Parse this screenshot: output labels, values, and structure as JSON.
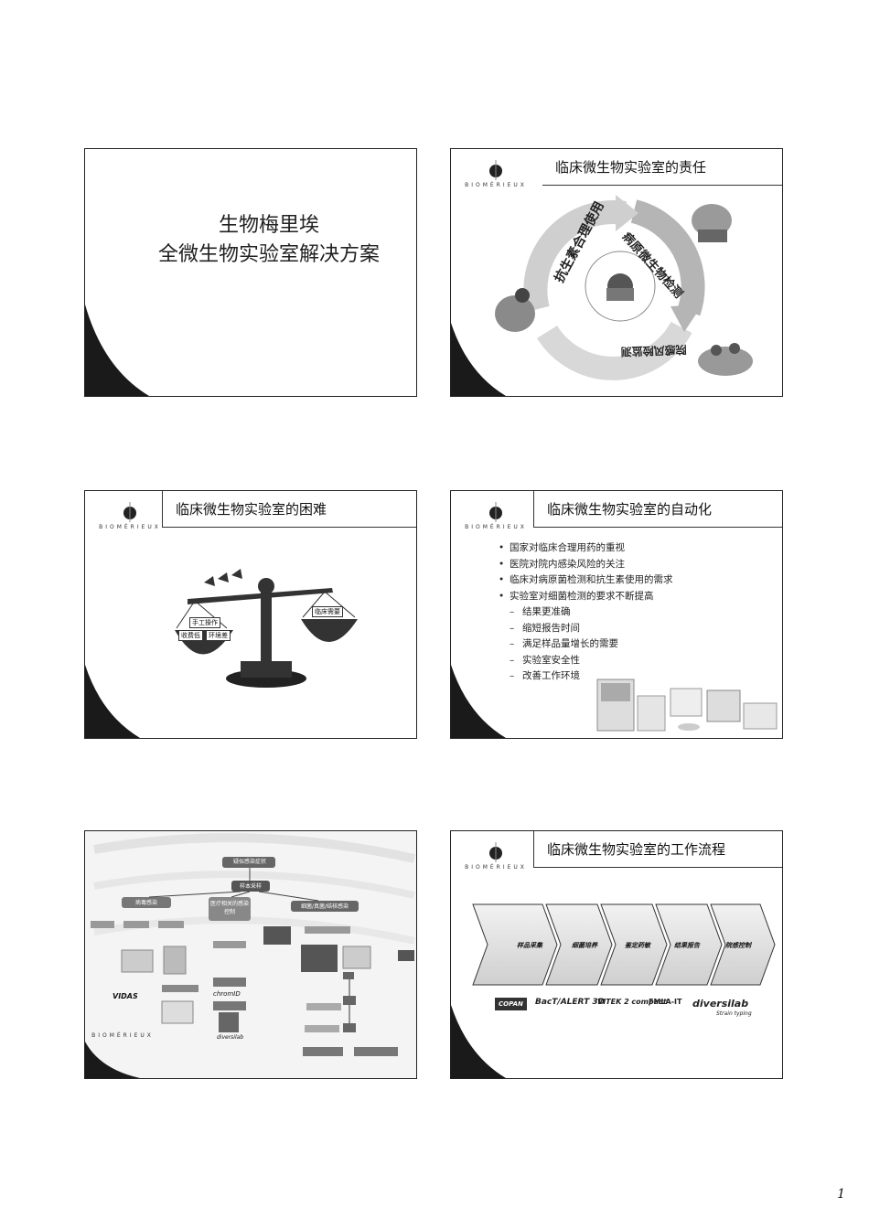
{
  "slides": {
    "s1": {
      "title_line1": "生物梅里埃",
      "title_line2": "全微生物实验室解决方案"
    },
    "s2": {
      "logo_text": "BIOMÉRIEUX",
      "header": "临床微生物实验室的责任",
      "ring_labels": [
        "抗生素合理使用",
        "病原微生物检测",
        "院感风险监测"
      ]
    },
    "s3": {
      "logo_text": "BIOMÉRIEUX",
      "header": "临床微生物实验室的困难",
      "left_tags": [
        "手工操作",
        "收费低",
        "环境差"
      ],
      "right_tag": "临床需要"
    },
    "s4": {
      "logo_text": "BIOMÉRIEUX",
      "header": "临床微生物实验室的自动化",
      "bullets": [
        "国家对临床合理用药的重视",
        "医院对院内感染风险的关注",
        "临床对病原菌检测和抗生素使用的需求",
        "实验室对细菌检测的要求不断提高"
      ],
      "sub_bullets": [
        "结果更准确",
        "缩短报告时间",
        "满足样品量增长的需要",
        "实验室安全性",
        "改善工作环境"
      ]
    },
    "s5": {
      "logo_text": "BIOMÉRIEUX",
      "nodes": [
        "疑似感染症状",
        "样本采样",
        "病毒感染",
        "医疗相关的感染控制",
        "细菌/真菌/结核感染"
      ],
      "brands": [
        "VIDAS",
        "chromID",
        "diversilab"
      ]
    },
    "s6": {
      "logo_text": "BIOMÉRIEUX",
      "header": "临床微生物实验室的工作流程",
      "steps": [
        "样品采集",
        "细菌培养",
        "鉴定药敏",
        "结果报告",
        "院感控制"
      ],
      "brands": [
        "COPAN",
        "BacT/ALERT 3D",
        "VITEK 2 compact",
        "FMLA-IT",
        "diversilab",
        "Strain typing"
      ]
    }
  },
  "page_number": "1"
}
